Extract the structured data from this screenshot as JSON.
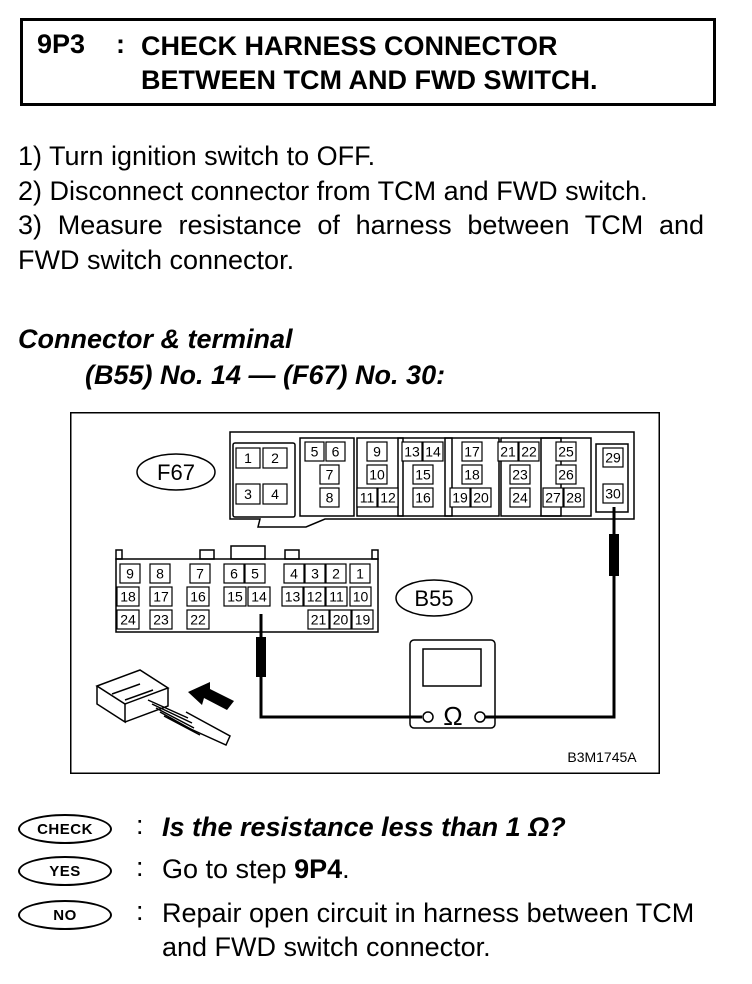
{
  "header": {
    "step_id": "9P3",
    "colon": ":",
    "title_line1": "CHECK HARNESS CONNECTOR",
    "title_line2": "BETWEEN TCM AND FWD SWITCH."
  },
  "steps": [
    "1) Turn ignition switch to OFF.",
    "2) Disconnect connector from TCM and FWD switch.",
    "3) Measure resistance of harness between TCM and FWD switch connector."
  ],
  "connector_heading": "Connector & terminal",
  "connector_sub": "(B55) No. 14 — (F67) No. 30:",
  "diagram": {
    "f67_label": "F67",
    "b55_label": "B55",
    "figure_code": "B3M1745A",
    "ohm_symbol": "Ω",
    "f67_terminals": [
      "1",
      "2",
      "3",
      "4",
      "5",
      "6",
      "7",
      "8",
      "9",
      "10",
      "11",
      "12",
      "13",
      "14",
      "15",
      "16",
      "17",
      "18",
      "19",
      "20",
      "21",
      "22",
      "23",
      "24",
      "25",
      "26",
      "27",
      "28",
      "29",
      "30"
    ],
    "b55_terminals": [
      "1",
      "2",
      "3",
      "4",
      "5",
      "6",
      "7",
      "8",
      "9",
      "10",
      "11",
      "12",
      "13",
      "14",
      "15",
      "16",
      "17",
      "18",
      "19",
      "20",
      "21",
      "22",
      "23",
      "24"
    ]
  },
  "results": {
    "check_label": "CHECK",
    "check_colon": ":",
    "check_text": "Is the resistance less than 1 Ω?",
    "yes_label": "YES",
    "yes_colon": ":",
    "yes_prefix": "Go to step ",
    "yes_step": "9P4",
    "yes_suffix": ".",
    "no_label": "NO",
    "no_colon": ":",
    "no_text": "Repair open circuit in harness between TCM and FWD switch connector."
  }
}
